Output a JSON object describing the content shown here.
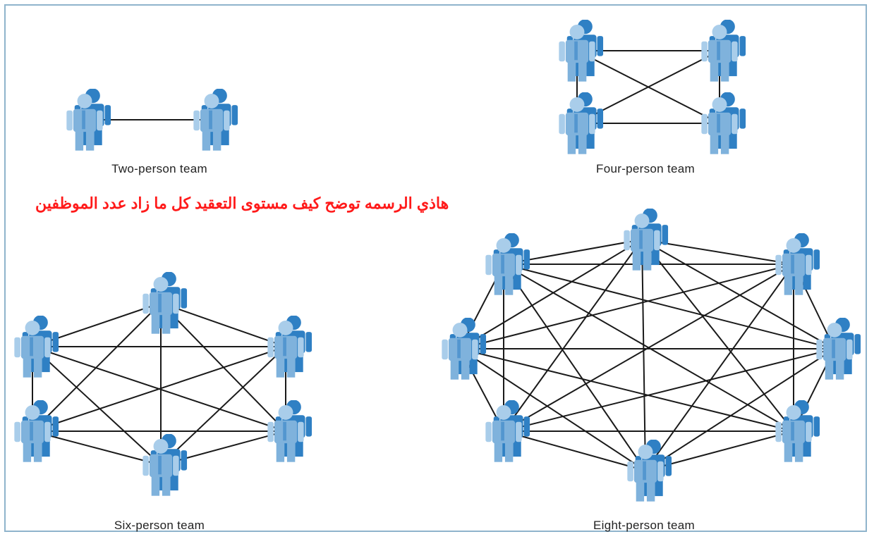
{
  "caption": {
    "text": "هاذي الرسمه توضح كيف مستوى التعقيد كل ما زاد عدد الموظفين",
    "color": "#ff1a1a"
  },
  "colors": {
    "frame": "#8fb4cc",
    "line": "#1a1a1a",
    "person_light": "#a9cdea",
    "person_mid": "#7fb2dc",
    "person_dark": "#2f80c4"
  },
  "teams": [
    {
      "id": "two",
      "label": "Two-person team",
      "members": 2,
      "icon": "person-icon"
    },
    {
      "id": "four",
      "label": "Four-person team",
      "members": 4,
      "icon": "person-icon"
    },
    {
      "id": "six",
      "label": "Six-person team",
      "members": 6,
      "icon": "person-icon"
    },
    {
      "id": "eight",
      "label": "Eight-person team",
      "members": 8,
      "icon": "person-icon"
    }
  ]
}
